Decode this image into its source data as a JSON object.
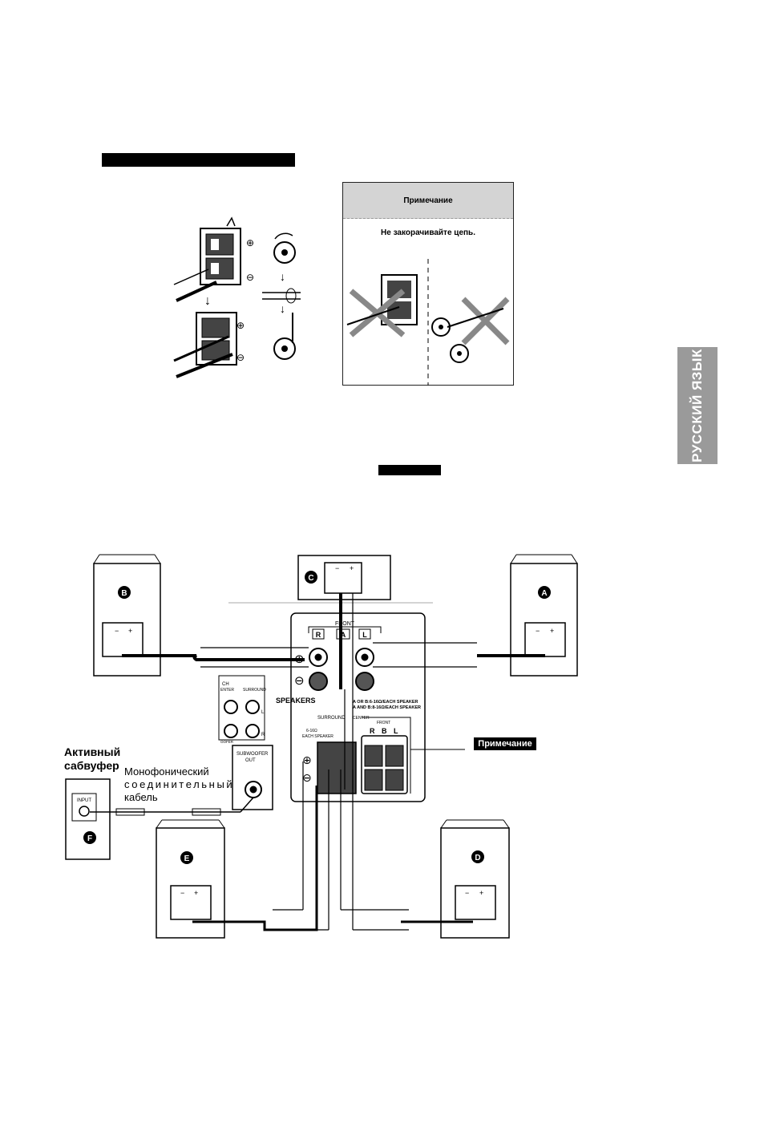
{
  "note": {
    "heading": "Примечание",
    "text": "Не закорачивайте цепь."
  },
  "language_tab": "РУССКИЙ ЯЗЫК",
  "diagram": {
    "speakers": {
      "a": "A",
      "b": "B",
      "c": "C",
      "d": "D",
      "e": "E",
      "f": "F"
    },
    "terminal_minus": "−",
    "terminal_plus": "+",
    "front_label": "FRONT",
    "channel_r": "R",
    "channel_a": "A",
    "channel_l": "L",
    "channel_b": "B",
    "speakers_label": "SPEAKERS",
    "surround_label": "SURROUND",
    "surround_ohm": "6-16Ω",
    "each_speaker": "EACH SPEAKER",
    "center_label": "CENTER",
    "impedance_a": "A OR B:6-16Ω/EACH SPEAKER",
    "impedance_b": "A AND B:8-16Ω/EACH SPEAKER",
    "ch_label": "CH",
    "enter_label": "ENTER",
    "woofer_label": "OOFER",
    "subwoofer_out": "SUBWOOFER",
    "out_label": "OUT",
    "input_label": "INPUT",
    "surround_l": "L",
    "surround_r": "R",
    "plus_symbol": "⊕",
    "minus_symbol": "⊖"
  },
  "labels": {
    "active_subwoofer_line1": "Активный",
    "active_subwoofer_line2": "сабвуфер",
    "mono_cable_line1": "Монофонический",
    "mono_cable_line2": "соединительный",
    "mono_cable_line3": "кабель",
    "note_pill": "Примечание"
  }
}
